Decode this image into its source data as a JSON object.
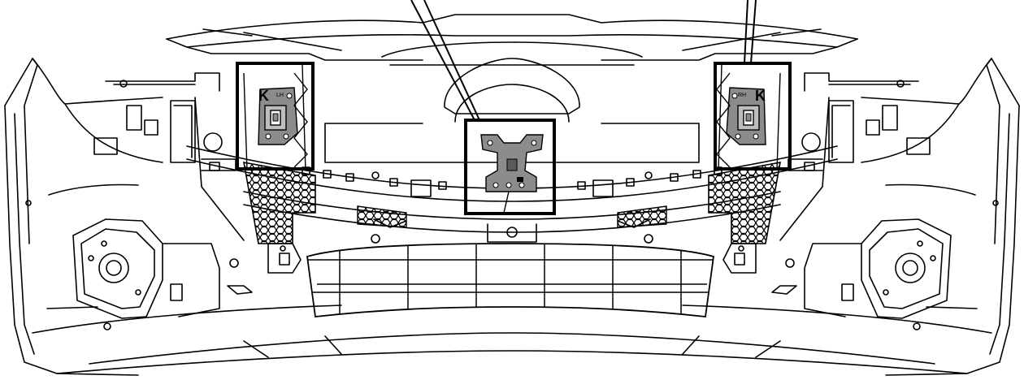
{
  "diagram": {
    "labels": {
      "left_k": "K",
      "right_k": "K",
      "lh": "LH",
      "rh": "RH"
    },
    "colors": {
      "line": "#000000",
      "background": "#ffffff",
      "highlight_part": "#8c8c8c",
      "highlight_part_dark": "#5a5a5a",
      "honeycomb": "#000000"
    },
    "callouts": [
      {
        "name": "left-radar-bracket-callout"
      },
      {
        "name": "center-sensor-bracket-callout"
      },
      {
        "name": "right-radar-bracket-callout"
      }
    ]
  }
}
